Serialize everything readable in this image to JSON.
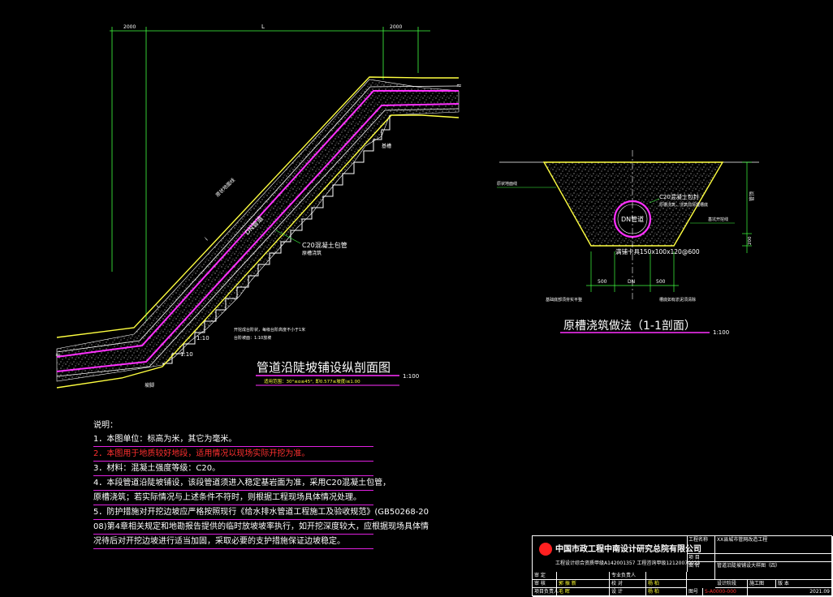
{
  "profile": {
    "dim_left": "2000",
    "dim_mid": "L",
    "dim_right": "2000",
    "title": "管道沿陡坡铺设纵剖面图",
    "scale": "1:100",
    "subtitle": "适用范围：30°≤α≤45°, 即0.577≤坡度i≤1.00",
    "label_ground": "原状地面线",
    "label_pipe": "DN管道",
    "label_c20": "C20混凝土包管",
    "label_c20_sub": "原槽浇筑",
    "label_steps": "开挖成台阶状，每级台阶高度不小于1米",
    "label_steps_sub": "台阶坡面：1:10放坡",
    "slope_i_1": "i",
    "slope_i_2": "i",
    "ratio_1": "1:10",
    "ratio_2": "1:10",
    "label_top_right": "基槽",
    "label_bottom": "坡脚"
  },
  "section": {
    "title": "原槽浇筑做法（1-1剖面）",
    "scale": "1:100",
    "label_pipe": "DN管道",
    "label_c20": "C20混凝土包封",
    "label_c20_sub": "原槽浇筑，浇筑前清理槽底",
    "label_ground": "原状地面线",
    "label_slope": "基坑开挖线",
    "label_base": "满铺卡具150x100x120@600",
    "label_left_base": "基础底部须夯实平整",
    "label_right_base": "槽底如有淤泥须清除",
    "dim_500_left": "500",
    "dim_dn": "DN",
    "dim_500_right": "500",
    "dim_height": "管顶",
    "dim_bottom": "200"
  },
  "notes": {
    "title": "说明：",
    "items": [
      "1．本图单位：标高为米，其它为毫米。",
      "2．本图用于地质较好地段，适用情况以现场实际开挖为准。",
      "3．材料：混凝土强度等级：C20。",
      "4．本段管道沿陡坡铺设，该段管道须进入稳定基岩面为准，采用C20混凝土包管，",
      "原槽浇筑；若实际情况与上述条件不符时，则根据工程现场具体情况处理。",
      "5．防护措施对开挖边坡应严格按照现行《给水排水管道工程施工及验收规范》(GB50268-20",
      "08)第4章相关规定和地勘报告提供的临时放坡坡率执行，如开挖深度较大，应根据现场具体情",
      "况待后对开挖边坡进行适当加固，采取必要的支护措施保证边坡稳定。"
    ]
  },
  "titleblock": {
    "company": "中国市政工程中南设计研究总院有限公司",
    "cert": "工程设计综合资质甲级A142001357  工程咨询甲级12120070023",
    "row1": [
      "审 定",
      "",
      "专业负责人",
      "",
      "工程名称",
      "XX县城市管网改造工程"
    ],
    "row2": [
      "审 核",
      "郭 振 新",
      "校 对",
      "杨 柏",
      "项 目",
      ""
    ],
    "row3": [
      "项目负责人",
      "毛 晖",
      "设 计",
      "杨 柏",
      "图 名",
      "管道沿陡坡铺设大样图（四）"
    ],
    "num_label": "图号",
    "num_value": "S-A0000-000",
    "date": "2021.09",
    "extra": [
      "设计阶段",
      "施工图",
      "版 本"
    ]
  },
  "colors": {
    "pipe": "#ff30ff",
    "slope": "#ffff40",
    "line": "#ffffff",
    "dim": "#40ff40",
    "text": "#ffffff",
    "red": "#ff3030"
  }
}
